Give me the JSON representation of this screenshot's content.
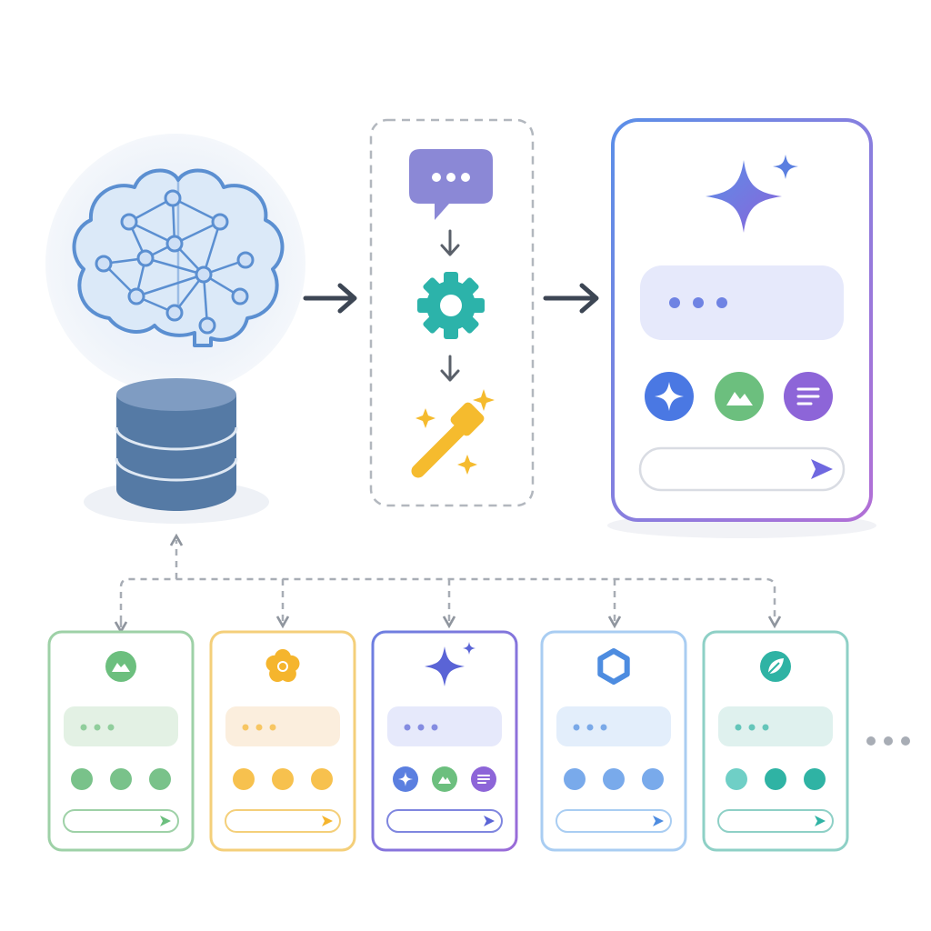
{
  "colors": {
    "brain_stroke": "#5b8fd1",
    "brain_fill": "#dbe9f8",
    "database": "#557aa5",
    "database_top": "#7f9cc2",
    "arrow": "#3d4654",
    "dashed": "#a8adb5",
    "chat_bubble": "#8b88d6",
    "gear": "#2cb3aa",
    "wand": "#f5bb2e",
    "sparkle": "#5b7fe0",
    "send": "#6f68e0"
  },
  "pipeline": {
    "source": {
      "icons": [
        "brain-network-icon",
        "database-icon"
      ]
    },
    "process": {
      "steps": [
        "chat-bubble-icon",
        "gear-icon",
        "magic-wand-icon"
      ]
    },
    "output": {
      "icon": "sparkle-icon",
      "actions": [
        "sparkle-icon",
        "image-icon",
        "text-lines-icon"
      ],
      "border_gradient": [
        "#5b8fe8",
        "#b26fd6"
      ]
    }
  },
  "variants": [
    {
      "name": "green",
      "icon": "mountain-image-icon",
      "border": "#9ed1a7",
      "accent": "#6cbf7e",
      "field": "#e3f1e4",
      "dots": [
        "#79c28a",
        "#79c28a",
        "#79c28a"
      ]
    },
    {
      "name": "orange",
      "icon": "flower-icon",
      "border": "#f4cf7a",
      "accent": "#f5b52d",
      "field": "#fbeedd",
      "dots": [
        "#f7c14e",
        "#f7c14e",
        "#f7c14e"
      ]
    },
    {
      "name": "blue-purple",
      "icon": "sparkle-icon",
      "border": "#7f86df",
      "accent": "#5a64d6",
      "field": "#e6e9fb",
      "dots": [
        "#5b7fe0",
        "#6cbf7e",
        "#8d65d8"
      ]
    },
    {
      "name": "light-blue",
      "icon": "hexagon-icon",
      "border": "#a9cdf2",
      "accent": "#4d8ce0",
      "field": "#e3eefb",
      "dots": [
        "#79aaeb",
        "#79aaeb",
        "#79aaeb"
      ]
    },
    {
      "name": "teal",
      "icon": "leaf-icon",
      "border": "#8ed0c6",
      "accent": "#2fb3a4",
      "field": "#dff1ee",
      "dots": [
        "#6fcfc6",
        "#2fb3a4",
        "#2fb3a4"
      ]
    }
  ],
  "more": {
    "icon": "ellipsis-icon"
  }
}
